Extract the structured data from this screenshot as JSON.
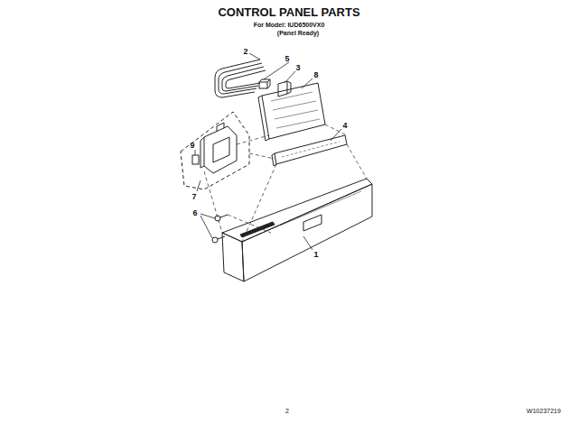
{
  "diagram": {
    "title": "CONTROL PANEL PARTS",
    "labels": [
      "For Model: IUD6500VX0",
      "(Panel Ready)",
      "2",
      "5",
      "3",
      "8",
      "4",
      "9",
      "7",
      "6",
      "1",
      "2",
      "W10237219"
    ]
  }
}
